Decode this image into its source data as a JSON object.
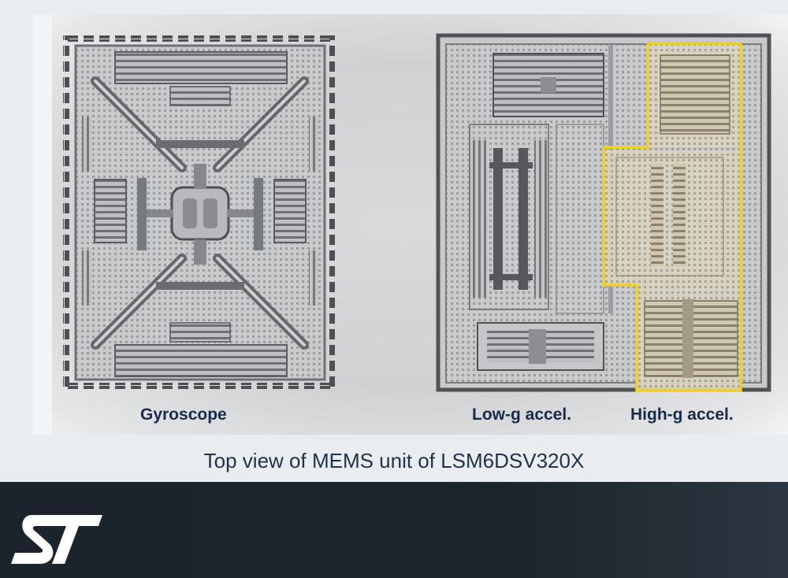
{
  "figure": {
    "labels": {
      "gyroscope": "Gyroscope",
      "low_g": "Low-g accel.",
      "high_g": "High-g accel."
    },
    "highlight_color": "#f0cf28"
  },
  "caption": "Top view of MEMS unit of LSM6DSV320X",
  "footer": {
    "logo": "ST",
    "background": "#1c252d"
  }
}
